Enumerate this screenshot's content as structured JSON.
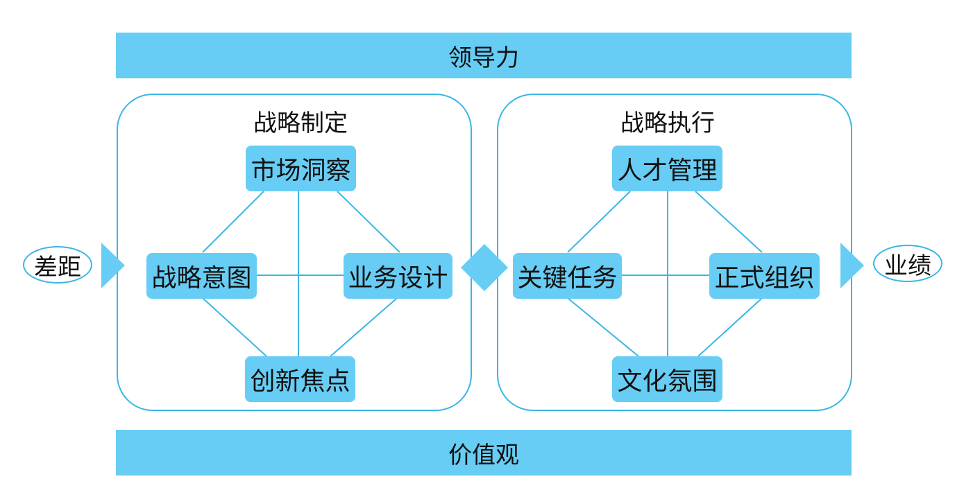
{
  "top_bar": "领导力",
  "bottom_bar": "价值观",
  "left_panel": {
    "title": "战略制定",
    "top": "市场洞察",
    "left": "战略意图",
    "right": "业务设计",
    "bottom": "创新焦点"
  },
  "right_panel": {
    "title": "战略执行",
    "top": "人才管理",
    "left": "关键任务",
    "right": "正式组织",
    "bottom": "文化氛围"
  },
  "input": "差距",
  "output": "业绩",
  "colors": {
    "fill": "#67cdf4",
    "stroke": "#3ab6e4",
    "text": "#111111"
  }
}
